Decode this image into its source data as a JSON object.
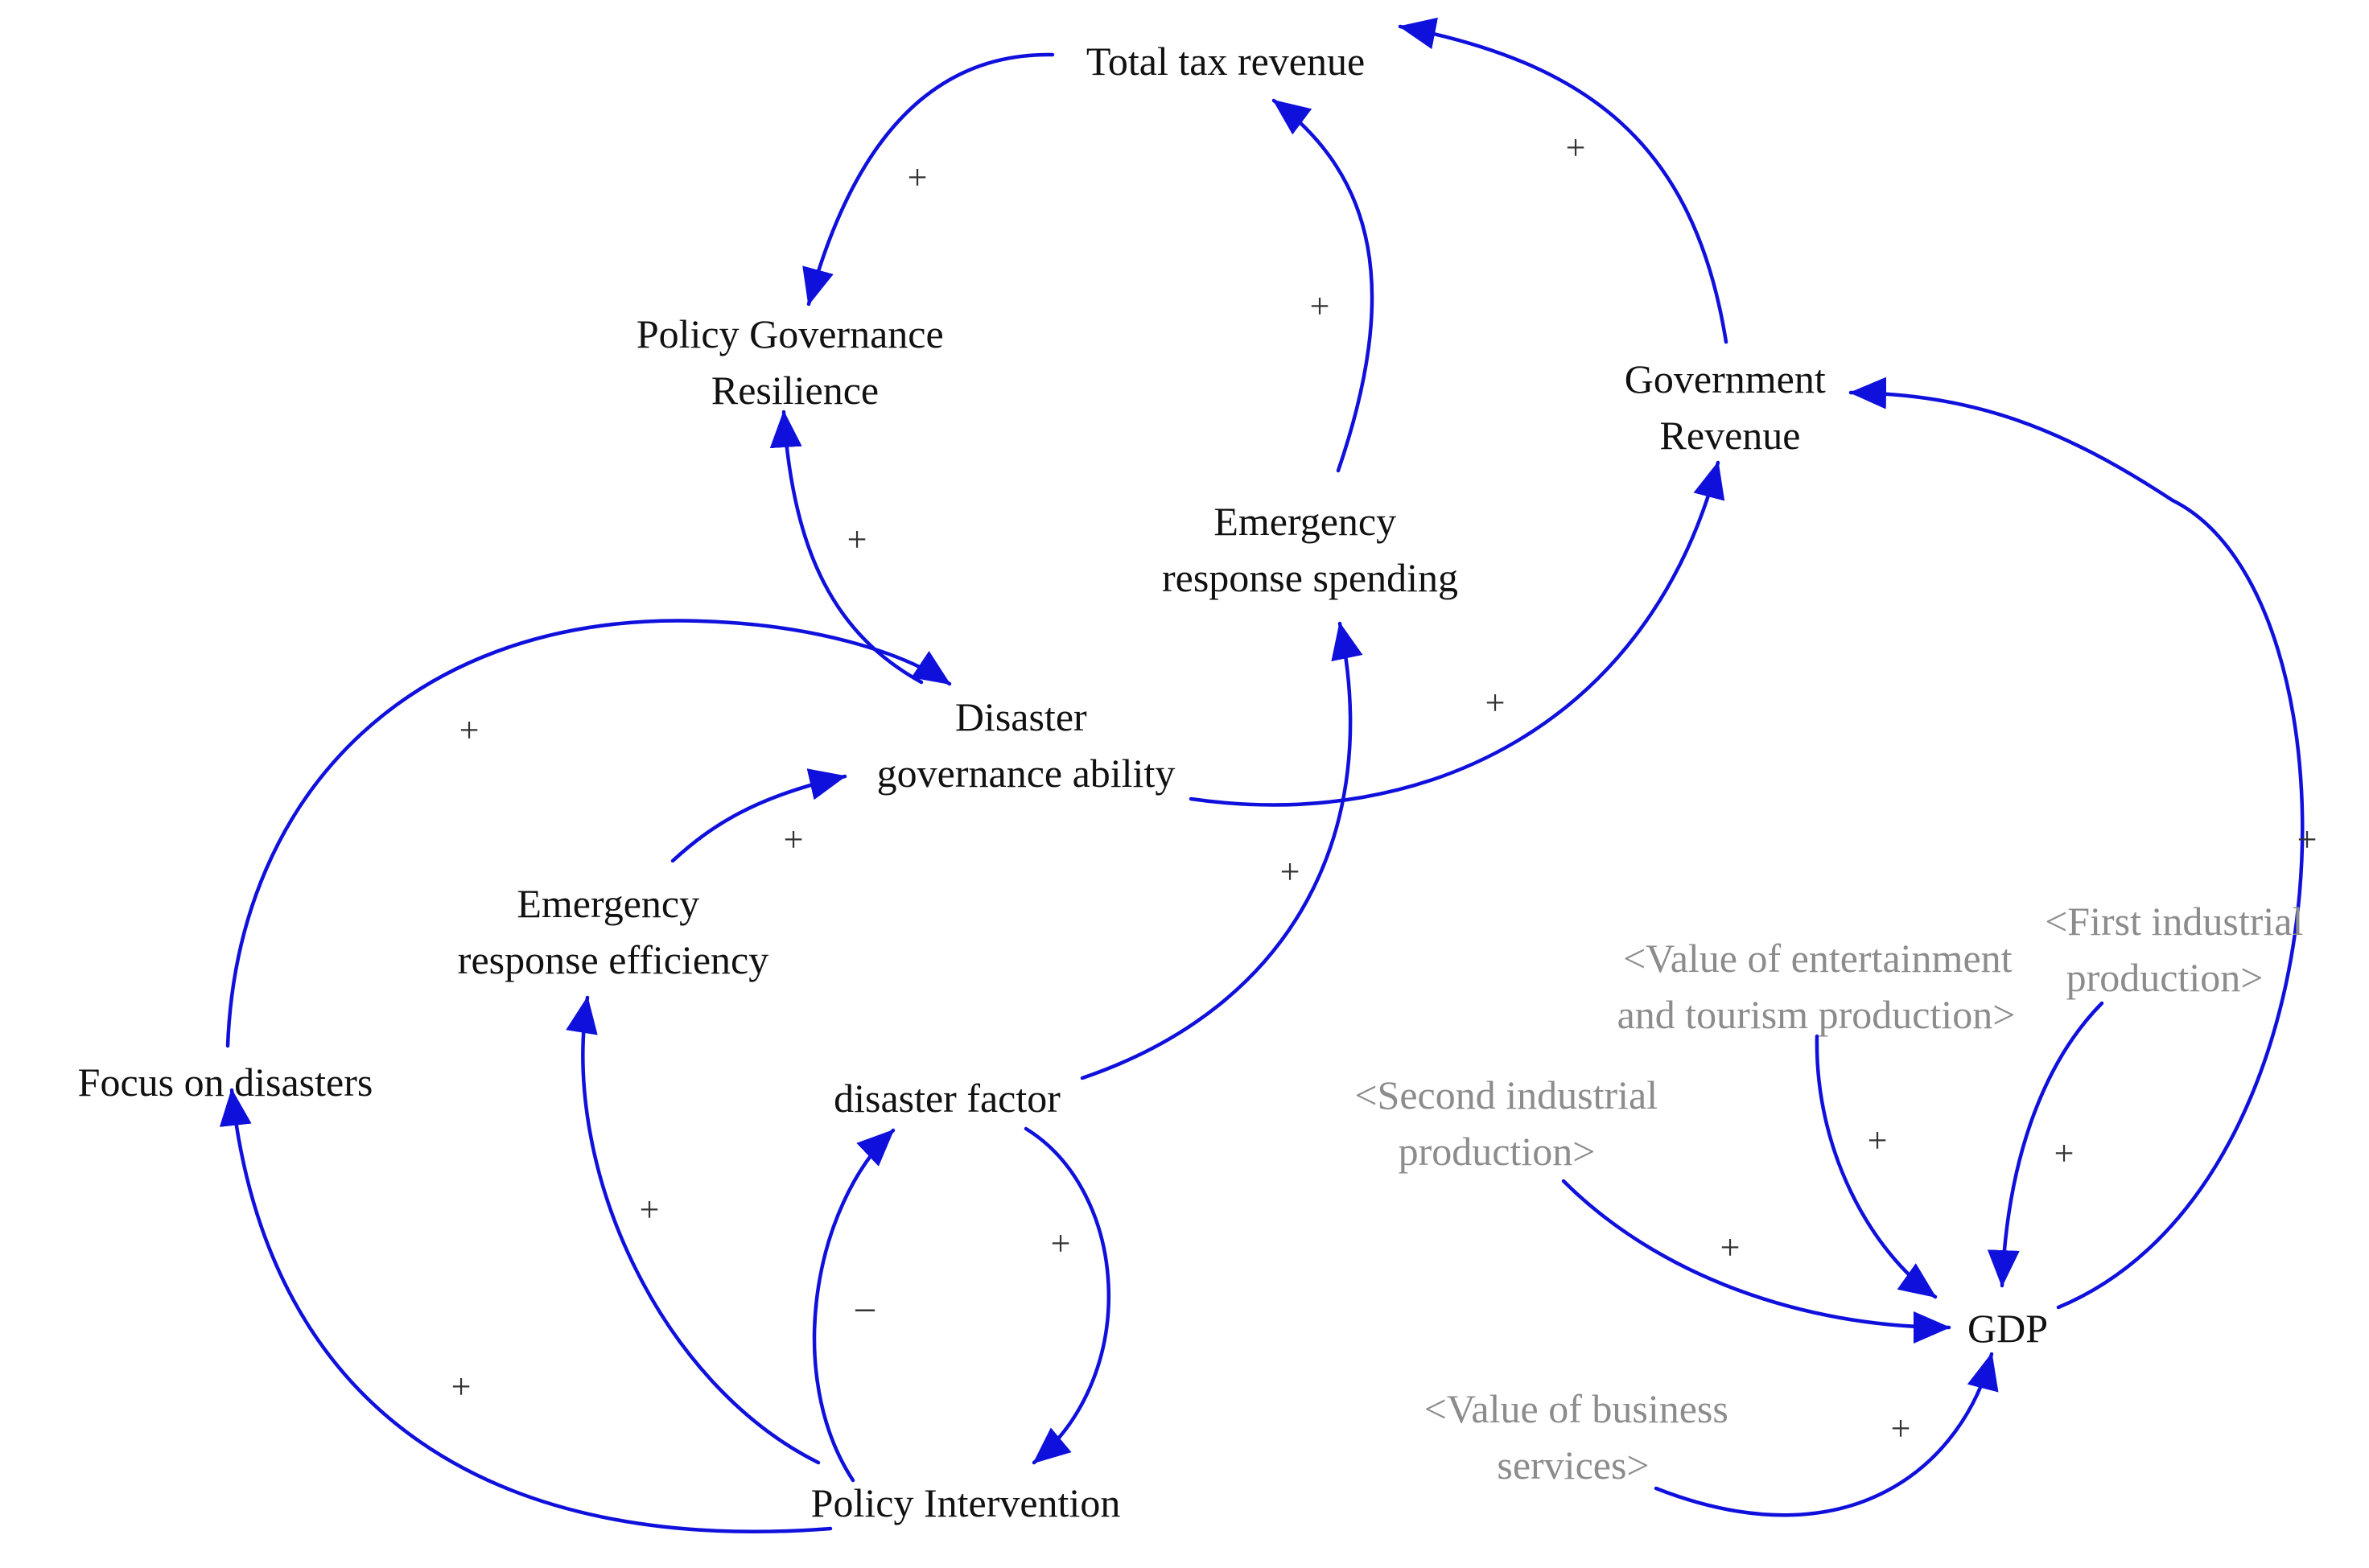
{
  "colors": {
    "link": "#1010dd",
    "node_text": "#111111",
    "shadow_text": "#8c8c8c",
    "background": "#ffffff"
  },
  "nodes": {
    "total_tax_revenue": [
      "Total tax revenue"
    ],
    "policy_governance_resilience": [
      "Policy Governance",
      "Resilience"
    ],
    "government_revenue": [
      "Government",
      "Revenue"
    ],
    "emergency_response_spending": [
      "Emergency",
      "response spending"
    ],
    "disaster_governance_ability": [
      "Disaster",
      "governance ability"
    ],
    "emergency_response_efficiency": [
      "Emergency",
      "response efficiency"
    ],
    "focus_on_disasters": [
      "Focus on disasters"
    ],
    "disaster_factor": [
      "disaster factor"
    ],
    "policy_intervention": [
      "Policy Intervention"
    ],
    "gdp": [
      "GDP"
    ],
    "first_industrial_production": [
      "<First industrial",
      "production>"
    ],
    "value_entertainment_tourism": [
      "<Value of entertainment",
      "and tourism production>"
    ],
    "second_industrial_production": [
      "<Second industrial",
      "production>"
    ],
    "value_business_services": [
      "<Value of business",
      "services>"
    ]
  },
  "links": [
    {
      "from": "total_tax_revenue",
      "to": "policy_governance_resilience",
      "polarity": "+"
    },
    {
      "from": "emergency_response_spending",
      "to": "total_tax_revenue",
      "polarity": "+"
    },
    {
      "from": "government_revenue",
      "to": "total_tax_revenue",
      "polarity": "+"
    },
    {
      "from": "disaster_governance_ability",
      "to": "policy_governance_resilience",
      "polarity": "+"
    },
    {
      "from": "disaster_governance_ability",
      "to": "government_revenue",
      "polarity": "+"
    },
    {
      "from": "focus_on_disasters",
      "to": "disaster_governance_ability",
      "polarity": "+"
    },
    {
      "from": "emergency_response_efficiency",
      "to": "disaster_governance_ability",
      "polarity": "+"
    },
    {
      "from": "disaster_factor",
      "to": "emergency_response_spending",
      "polarity": "+"
    },
    {
      "from": "policy_intervention",
      "to": "focus_on_disasters",
      "polarity": "+"
    },
    {
      "from": "policy_intervention",
      "to": "emergency_response_efficiency",
      "polarity": "+"
    },
    {
      "from": "policy_intervention",
      "to": "disaster_factor",
      "polarity": "−"
    },
    {
      "from": "disaster_factor",
      "to": "policy_intervention",
      "polarity": "+"
    },
    {
      "from": "gdp",
      "to": "government_revenue",
      "polarity": "+"
    },
    {
      "from": "first_industrial_production",
      "to": "gdp",
      "polarity": "+"
    },
    {
      "from": "value_entertainment_tourism",
      "to": "gdp",
      "polarity": "+"
    },
    {
      "from": "second_industrial_production",
      "to": "gdp",
      "polarity": "+"
    },
    {
      "from": "value_business_services",
      "to": "gdp",
      "polarity": "+"
    }
  ]
}
